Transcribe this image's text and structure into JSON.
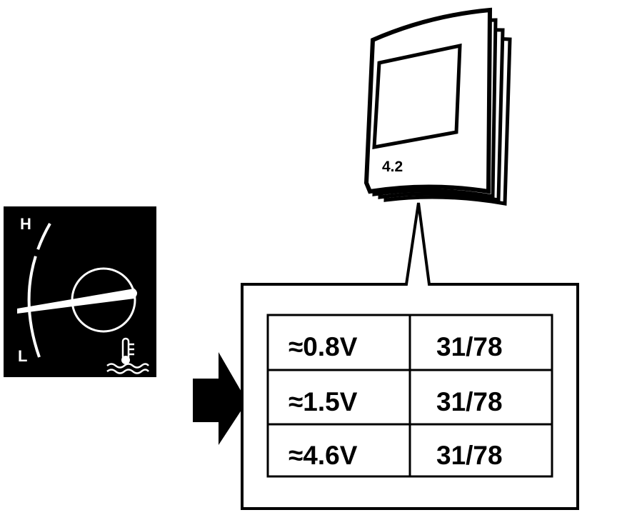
{
  "gauge": {
    "high_label": "H",
    "low_label": "L",
    "icon": "coolant-temperature-icon"
  },
  "manual": {
    "label": "4.2",
    "icon": "service-manual-booklet-icon"
  },
  "arrow": {
    "icon": "right-pointer-arrow-icon"
  },
  "table": {
    "rows": [
      {
        "voltage": "≈0.8V",
        "pins": "31/78"
      },
      {
        "voltage": "≈1.5V",
        "pins": "31/78"
      },
      {
        "voltage": "≈4.6V",
        "pins": "31/78"
      }
    ]
  }
}
